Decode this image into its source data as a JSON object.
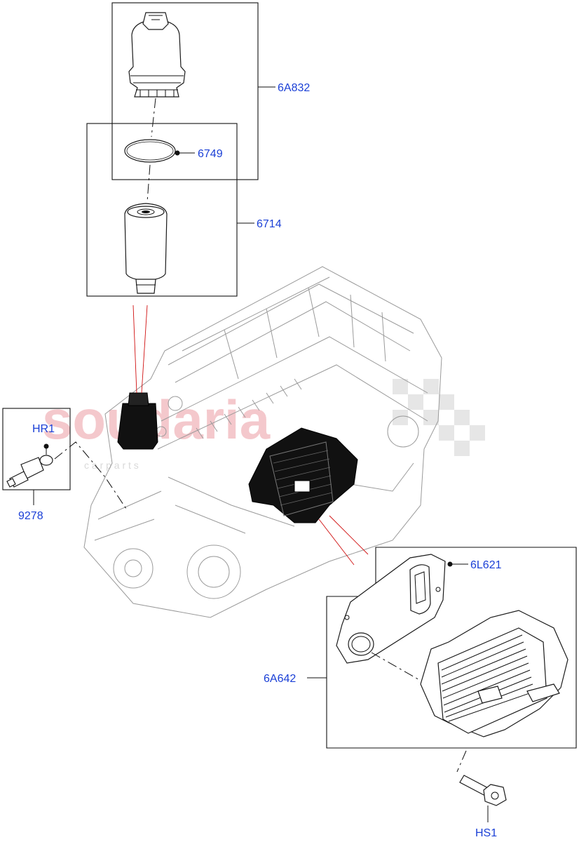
{
  "parts": [
    {
      "callout": "6A832"
    },
    {
      "callout": "6749"
    },
    {
      "callout": "6714"
    },
    {
      "callout": "HR1"
    },
    {
      "callout": "9278"
    },
    {
      "callout": "6L621"
    },
    {
      "callout": "6A642"
    },
    {
      "callout": "HS1"
    }
  ],
  "watermark": {
    "text": "soudaria",
    "subtext": "c a r   p a r t s"
  },
  "colors": {
    "callout": "#1a3fd6",
    "leader_red": "#d01010",
    "watermark": "#f4c8cc"
  }
}
